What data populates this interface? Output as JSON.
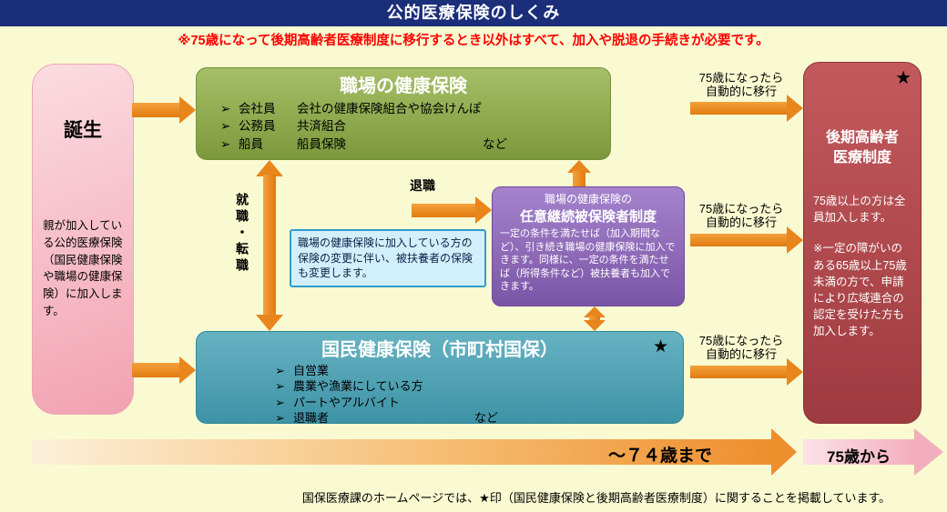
{
  "header": {
    "title": "公的医療保険のしくみ",
    "warning": "※75歳になって後期高齢者医療制度に移行するとき以外はすべて、加入や脱退の手続きが必要です。"
  },
  "birth": {
    "title": "誕生",
    "body": "親が加入している公的医療保険（国民健康保険や職場の健康保険）に加入します。"
  },
  "workplace": {
    "title": "職場の健康保険",
    "bullet": "➢",
    "items": [
      {
        "term": "会社員",
        "desc": "会社の健康保険組合や協会けんぽ"
      },
      {
        "term": "公務員",
        "desc": "共済組合"
      },
      {
        "term": "船員",
        "desc": "船員保険"
      }
    ],
    "etc": "など"
  },
  "voluntary": {
    "subtitle": "職場の健康保険の",
    "title": "任意継続被保険者制度",
    "body": "一定の条件を満たせば（加入期間など）、引き続き職場の健康保険に加入できます。同様に、一定の条件を満たせば（所得条件など）被扶養者も加入できます。"
  },
  "dependents_note": "職場の健康保険に加入している方の保険の変更に伴い、被扶養者の保険も変更します。",
  "kokuho": {
    "title": "国民健康保険（市町村国保）",
    "star": "★",
    "bullet": "➢",
    "items": [
      "自営業",
      "農業や漁業にしている方",
      "パートやアルバイト",
      "退職者"
    ],
    "etc": "など"
  },
  "kouki": {
    "star": "★",
    "title_line1": "後期高齢者",
    "title_line2": "医療制度",
    "body1": "75歳以上の方は全員加入します。",
    "body2": "※一定の障がいのある65歳以上75歳未満の方で、申請により広域連合の認定を受けた方も加入します。"
  },
  "labels": {
    "employment_change": "就職・転職",
    "retirement": "退職",
    "transfer_line1": "75歳になったら",
    "transfer_line2": "自動的に移行"
  },
  "timeline": {
    "until_74": "～７４歳まで",
    "from_75": "75歳から"
  },
  "footnote": "国保医療課のホームページでは、★印（国民健康保険と後期高齢者医療制度）に関することを掲載しています。",
  "colors": {
    "header_navy": "#1B2E7A",
    "warning_red": "#FF0000",
    "background_cream": "#FAFAD2",
    "arrow_orange": "#E8851B",
    "birth_pink": "#F5B4C0",
    "workplace_green": "#8CA94C",
    "voluntary_purple": "#8D67B5",
    "kokuho_teal": "#4A9FB2",
    "kouki_red": "#B04A4F",
    "note_blue": "#D2F0FC"
  }
}
